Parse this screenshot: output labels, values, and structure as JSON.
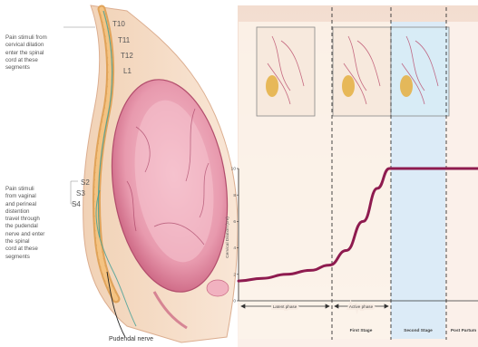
{
  "anatomy": {
    "upper_label": "Pain stimuli from\ncervical dilation\nenter the spinal\ncord at these\nsegments",
    "lower_label": "Pain stimuli\nfrom vaginal\nand perineal\ndistention\ntravel through\nthe pudendal\nnerve and enter\nthe spinal\ncord at these\nsegments",
    "upper_segments": [
      "T10",
      "T11",
      "T12",
      "L1"
    ],
    "lower_segments": [
      "S2",
      "S3",
      "S4"
    ],
    "nerve_label": "Pudendal nerve"
  },
  "chart_data": {
    "type": "line",
    "ylabel": "Cervical Dilation (cm)",
    "y_ticks": [
      "0",
      "2",
      "4",
      "6",
      "8",
      "10"
    ],
    "ylim": [
      0,
      10
    ],
    "series": [
      {
        "values": [
          [
            0,
            1.5
          ],
          [
            0.1,
            1.7
          ],
          [
            0.2,
            2.0
          ],
          [
            0.3,
            2.3
          ],
          [
            0.38,
            2.7
          ],
          [
            0.45,
            3.8
          ],
          [
            0.52,
            6.0
          ],
          [
            0.58,
            8.5
          ],
          [
            0.63,
            10.0
          ],
          [
            1.0,
            10.0
          ]
        ]
      }
    ],
    "phases": {
      "latent": "Latent phase",
      "active": "Active phase"
    },
    "stages": [
      "First Stage",
      "Second Stage",
      "Post Partum"
    ],
    "colors": {
      "curve": "#8e1b4f",
      "first_stage_bg": "#fbf3ea",
      "second_stage_bg": "#dcebf7"
    }
  }
}
